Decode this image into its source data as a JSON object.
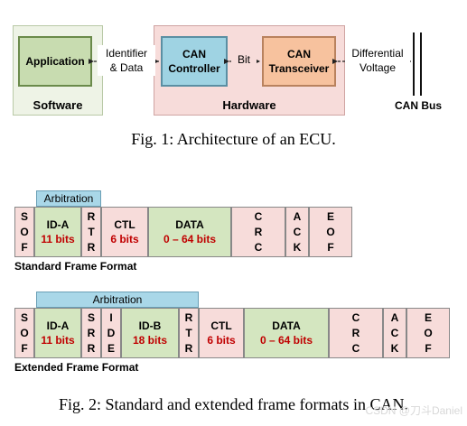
{
  "fig1": {
    "software_label": "Software",
    "hardware_label": "Hardware",
    "application": "Application",
    "can_controller": [
      "CAN",
      "Controller"
    ],
    "can_transceiver": [
      "CAN",
      "Transceiver"
    ],
    "identifier_data": [
      "Identifier",
      "& Data"
    ],
    "bit": "Bit",
    "differential_voltage": [
      "Differential",
      "Voltage"
    ],
    "can_bus": "CAN Bus",
    "caption": "Fig. 1: Architecture of an ECU."
  },
  "standard": {
    "arbitration": "Arbitration",
    "sof": [
      "S",
      "O",
      "F"
    ],
    "id_a": {
      "name": "ID-A",
      "bits": "11 bits"
    },
    "rtr": [
      "R",
      "T",
      "R"
    ],
    "ctl": {
      "name": "CTL",
      "bits": "6 bits"
    },
    "data": {
      "name": "DATA",
      "bits": "0 – 64 bits"
    },
    "crc": [
      "C",
      "R",
      "C"
    ],
    "ack": [
      "A",
      "C",
      "K"
    ],
    "eof": [
      "E",
      "O",
      "F"
    ],
    "label": "Standard Frame Format"
  },
  "extended": {
    "arbitration": "Arbitration",
    "sof": [
      "S",
      "O",
      "F"
    ],
    "id_a": {
      "name": "ID-A",
      "bits": "11 bits"
    },
    "srr": [
      "S",
      "R",
      "R"
    ],
    "ide": [
      "I",
      "D",
      "E"
    ],
    "id_b": {
      "name": "ID-B",
      "bits": "18 bits"
    },
    "rtr": [
      "R",
      "T",
      "R"
    ],
    "ctl": {
      "name": "CTL",
      "bits": "6 bits"
    },
    "data": {
      "name": "DATA",
      "bits": "0 – 64 bits"
    },
    "crc": [
      "C",
      "R",
      "C"
    ],
    "ack": [
      "A",
      "C",
      "K"
    ],
    "eof": [
      "E",
      "O",
      "F"
    ],
    "label": "Extended Frame Format"
  },
  "fig2_caption": "Fig. 2: Standard and extended frame formats in CAN.",
  "watermark": "CSDN @刀斗Daniel",
  "colors": {
    "software_bg": "#eef3e6",
    "hardware_bg": "#f7dcda",
    "application": "#c8dcb0",
    "controller": "#9fd3e3",
    "transceiver": "#f7c29e",
    "arbitration": "#a9d7e8",
    "bits_text": "#c00000"
  }
}
